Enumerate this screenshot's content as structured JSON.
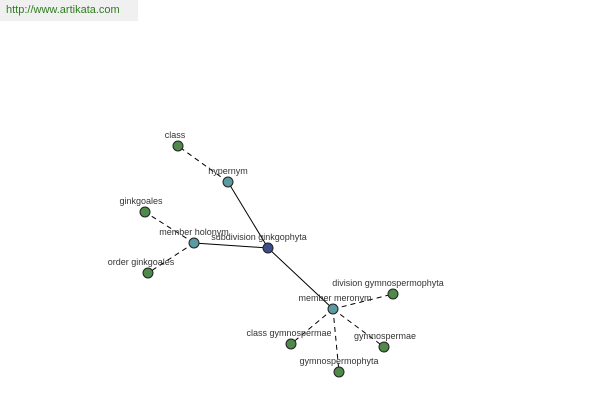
{
  "watermark": "http://www.artikata.com",
  "colors": {
    "center": "#3d4f8a",
    "hub": "#5a9aa0",
    "leaf": "#4f8a4a",
    "node_stroke": "#222222",
    "edge": "#000000"
  },
  "nodes": {
    "center": "subdivision ginkgophyta",
    "hypernym": "hypernym",
    "class": "class",
    "member_holonym": "member holonym",
    "ginkgoales": "ginkgoales",
    "order_ginkgoales": "order ginkgoales",
    "member_meronym": "member meronym",
    "division_gymnospermophyta": "division gymnospermophyta",
    "class_gymnospermae": "class gymnospermae",
    "gymnospermae": "gymnospermae",
    "gymnospermophyta": "gymnospermophyta"
  }
}
